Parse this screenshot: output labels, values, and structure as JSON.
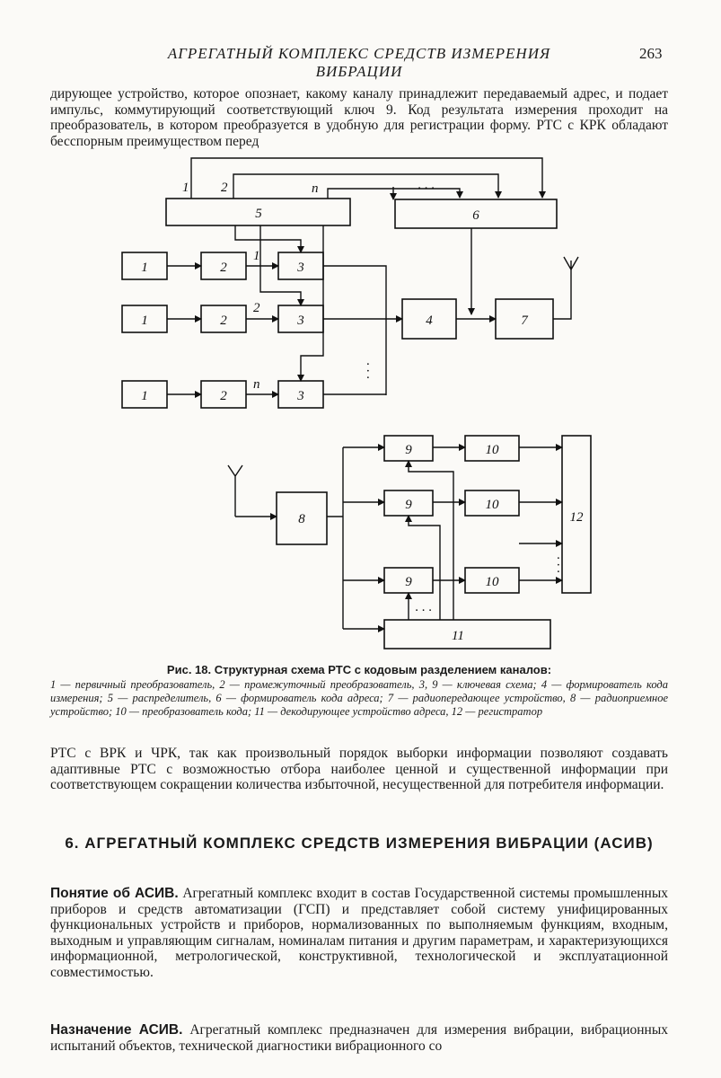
{
  "header": {
    "title": "АГРЕГАТНЫЙ КОМПЛЕКС СРЕДСТВ ИЗМЕРЕНИЯ ВИБРАЦИИ",
    "page_number": "263"
  },
  "intro_paragraph": "дирующее устройство, которое опознает, какому каналу принадлежит передаваемый адрес, и подает импульс, коммутирующий соответствующий ключ 9. Код результата измерения проходит на преобразователь, в котором преобразуется в удобную для регистрации форму. РТС с КРК обладают бесспорным преимуществом перед",
  "figure": {
    "blocks": {
      "b1": "1",
      "b2": "2",
      "b3": "3",
      "b4": "4",
      "b5": "5",
      "b6": "6",
      "b7": "7",
      "b8": "8",
      "b9": "9",
      "b10": "10",
      "b11": "11",
      "b12": "12"
    },
    "line_labels": {
      "one": "1",
      "two": "2",
      "n": "n"
    },
    "ellipsis": "· · ·",
    "caption_title": "Рис. 18. Структурная схема РТС с кодовым разделением каналов:",
    "caption_legend": "1 — первичный преобразователь, 2 — промежуточный преобразователь, 3, 9 — ключевая схема; 4 — формирователь кода измерения; 5 — распределитель, 6 — формирователь кода адреса; 7 — радиопередающее устройство, 8 — радиоприемное устройство; 10 — преобразователь кода; 11 — декодирующее устройство адреса, 12 — регистратор"
  },
  "after_figure_paragraph": "РТС с ВРК и ЧРК, так как произвольный порядок выборки информации позволяют создавать адаптивные РТС с возможностью отбора наиболее ценной и существенной информации при соответствующем сокращении количества избыточной, несущественной для потребителя информации.",
  "section": {
    "heading": "6. АГРЕГАТНЫЙ КОМПЛЕКС СРЕДСТВ ИЗМЕРЕНИЯ ВИБРАЦИИ (АСИВ)",
    "concept_head": "Понятие об АСИВ.",
    "concept_text": " Агрегатный комплекс входит в состав Государственной системы промышленных приборов и средств автоматизации (ГСП) и представляет собой систему унифицированных функциональных устройств и приборов, нормализованных по выполняемым функциям, входным, выходным и управляющим сигналам, номиналам питания и другим параметрам, и характеризующихся информационной, метрологической, конструктивной, технологической и эксплуатационной совместимостью.",
    "purpose_head": "Назначение АСИВ.",
    "purpose_text": " Агрегатный комплекс предназначен для измерения вибрации, вибрационных испытаний объектов, технической диагностики вибрационного со"
  }
}
